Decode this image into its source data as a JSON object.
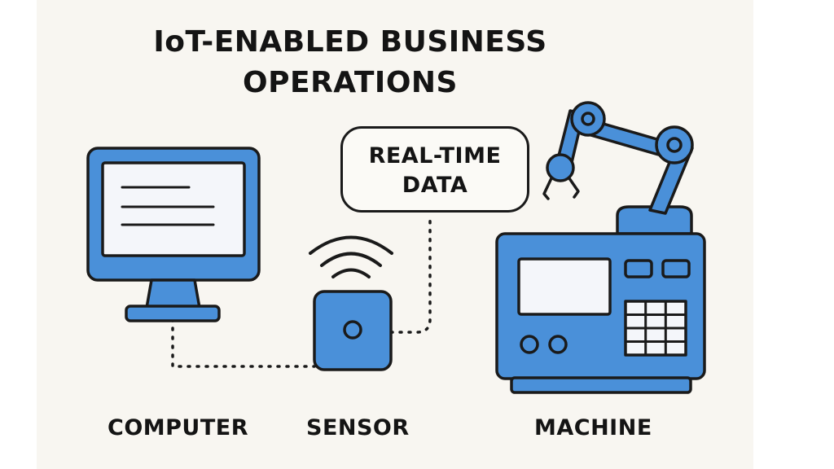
{
  "title": {
    "line1": "IoT-ENABLED BUSINESS",
    "line2": "OPERATIONS"
  },
  "callout": {
    "line1": "REAL-TIME",
    "line2": "DATA"
  },
  "labels": {
    "computer": "COMPUTER",
    "sensor": "SENSOR",
    "machine": "MACHINE"
  },
  "colors": {
    "accent": "#4a90d9",
    "outline": "#1a1a1a",
    "background": "#f8f6f1"
  },
  "icons": [
    "computer-icon",
    "sensor-icon",
    "wifi-icon",
    "robot-arm-icon",
    "machine-icon"
  ]
}
